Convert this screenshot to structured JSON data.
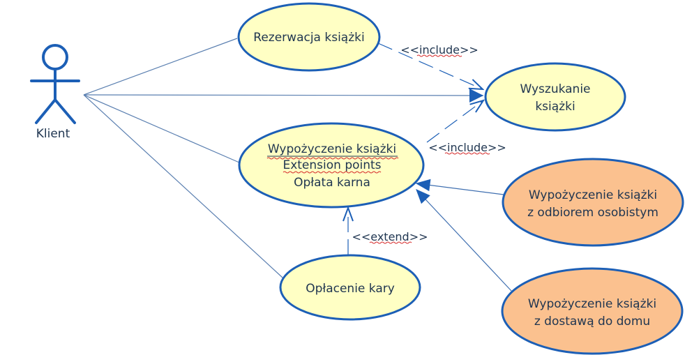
{
  "actor": {
    "label": "Klient"
  },
  "use_cases": {
    "reservation": {
      "label": "Rezerwacja książki"
    },
    "search": {
      "line1": "Wyszukanie",
      "line2": "książki"
    },
    "borrow": {
      "title": "Wypożyczenie książki",
      "ext_header": "Extension points",
      "ext_point": "Opłata karna"
    },
    "pay_fine": {
      "label": "Opłacenie kary"
    },
    "pickup": {
      "line1": "Wypożyczenie książki",
      "line2": "z odbiorem osobistym"
    },
    "delivery": {
      "line1": "Wypożyczenie książki",
      "line2": "z dostawą do domu"
    }
  },
  "relations": {
    "include_1": {
      "pre": "<<",
      "word": "include",
      "post": ">>"
    },
    "include_2": {
      "pre": "<<",
      "word": "include",
      "post": ">>"
    },
    "extend": {
      "pre": "<<",
      "word": "extend",
      "post": ">>"
    }
  },
  "colors": {
    "line": "#5a7fb0",
    "stroke": "#1c5fb6",
    "usecase_fill": "#ffffc4",
    "specialized_fill": "#fbc18f"
  }
}
